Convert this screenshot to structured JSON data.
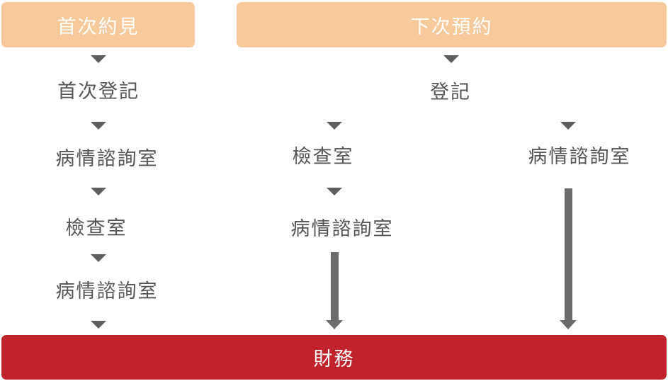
{
  "header": {
    "first_visit": "首次約見",
    "next_appointment": "下次預約"
  },
  "left_column": {
    "steps": [
      "首次登記",
      "病情諮詢室",
      "檢查室",
      "病情諮詢室"
    ]
  },
  "right_group": {
    "register": "登記",
    "middle_branch": [
      "檢查室",
      "病情諮詢室"
    ],
    "right_branch": [
      "病情諮詢室"
    ]
  },
  "footer": {
    "finance": "財務"
  },
  "colors": {
    "header_fill": "#f7c99b",
    "finance_fill": "#c0232b",
    "step_text": "#555555",
    "arrow": "#5f5f5f"
  }
}
